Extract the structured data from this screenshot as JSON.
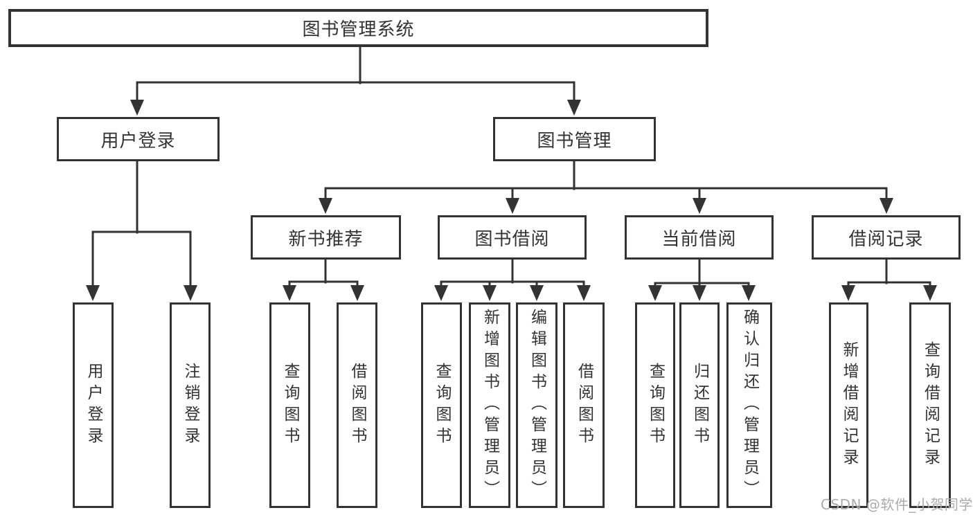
{
  "diagram": {
    "title": "图书管理系统",
    "watermark": "CSDN @软件_小贺同学",
    "colors": {
      "line": "#333333",
      "text": "#333333",
      "background": "#ffffff",
      "watermark": "#ababab"
    },
    "branches": [
      {
        "label": "用户登录",
        "children": [
          {
            "label": "用户登录"
          },
          {
            "label": "注销登录"
          }
        ]
      },
      {
        "label": "图书管理",
        "children": [
          {
            "label": "新书推荐",
            "children": [
              {
                "label": "查询图书"
              },
              {
                "label": "借阅图书"
              }
            ]
          },
          {
            "label": "图书借阅",
            "children": [
              {
                "label": "查询图书"
              },
              {
                "label": "新增图书（管理员）"
              },
              {
                "label": "编辑图书（管理员）"
              },
              {
                "label": "借阅图书"
              }
            ]
          },
          {
            "label": "当前借阅",
            "children": [
              {
                "label": "查询图书"
              },
              {
                "label": "归还图书"
              },
              {
                "label": "确认归还（管理员）"
              }
            ]
          },
          {
            "label": "借阅记录",
            "children": [
              {
                "label": "新增借阅记录"
              },
              {
                "label": "查询借阅记录"
              }
            ]
          }
        ]
      }
    ]
  }
}
